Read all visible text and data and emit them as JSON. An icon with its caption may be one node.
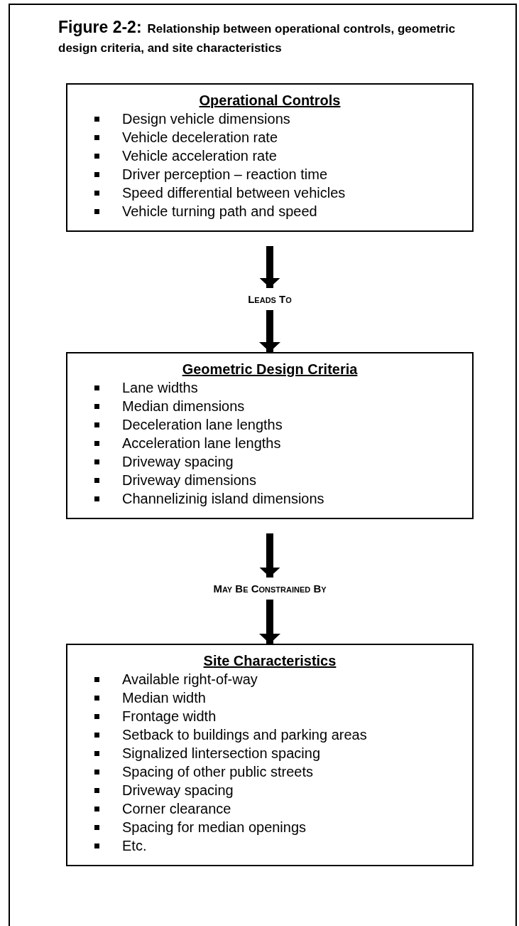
{
  "diagram": {
    "title": "Figure 2-2:",
    "caption": "Relationship between operational controls, geometric design criteria, and site characteristics",
    "nodes": [
      {
        "text": [
          "Operational Controls",
          "Design vehicle dimensions",
          "Vehicle deceleration rate",
          "Vehicle acceleration rate",
          "Driver perception – reaction time",
          "Speed differential between vehicles",
          "Vehicle turning path and speed"
        ]
      },
      {
        "text": [
          "Geometric Design Criteria",
          "Lane widths",
          "Median dimensions",
          "Deceleration lane lengths",
          "Acceleration lane lengths",
          "Driveway spacing",
          "Driveway dimensions",
          "Channelizinig island dimensions"
        ]
      },
      {
        "text": [
          "Site Characteristics",
          "Available right-of-way",
          "Median width",
          "Frontage width",
          "Setback to buildings and parking areas",
          "Signalized lintersection spacing",
          "Spacing of other public streets",
          "Driveway spacing",
          "Corner clearance",
          "Spacing for median openings",
          "Etc."
        ]
      }
    ],
    "edges": [
      {
        "from": 0,
        "to": 1,
        "arrow": "to",
        "label": "Leads To"
      },
      {
        "from": 1,
        "to": 2,
        "arrow": "to",
        "label": "May Be Constrained By"
      }
    ]
  }
}
